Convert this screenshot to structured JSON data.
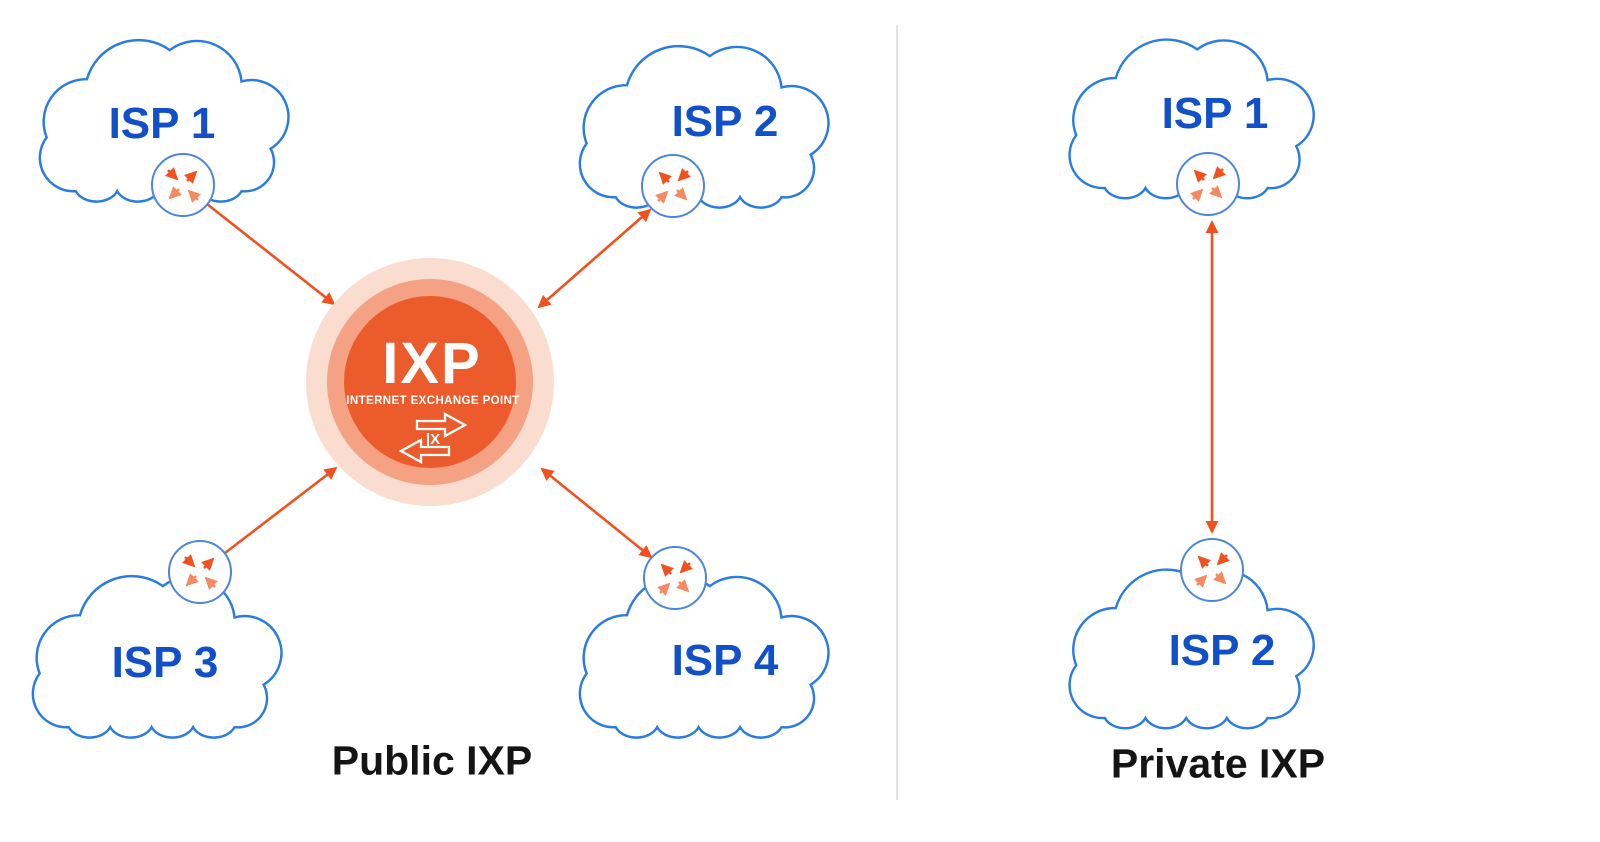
{
  "panels": {
    "public": {
      "caption": "Public IXP",
      "isps": [
        {
          "label": "ISP 1"
        },
        {
          "label": "ISP 2"
        },
        {
          "label": "ISP 3"
        },
        {
          "label": "ISP 4"
        }
      ],
      "hub": {
        "title": "IXP",
        "subtitle": "INTERNET EXCHANGE POINT",
        "logo_text": "|X"
      }
    },
    "private": {
      "caption": "Private IXP",
      "isps": [
        {
          "label": "ISP 1"
        },
        {
          "label": "ISP 2"
        }
      ]
    }
  },
  "icons": {
    "router_icon": "traffic-exchange-arrows",
    "hub_logo_icon": "bidirectional-arrows"
  },
  "colors": {
    "cloud_stroke": "#2b7ce0",
    "isp_label_blue": "#1150c8",
    "arrow_orange": "#f0511e",
    "arrow_orange_light": "#f58a61",
    "hub_outer_ring": "#fbddd0",
    "hub_middle_ring": "#f5a183",
    "hub_inner_circle": "#ec5b2b",
    "hub_text": "#ffffff",
    "caption_text": "#141414",
    "divider": "#e3e3e3"
  }
}
